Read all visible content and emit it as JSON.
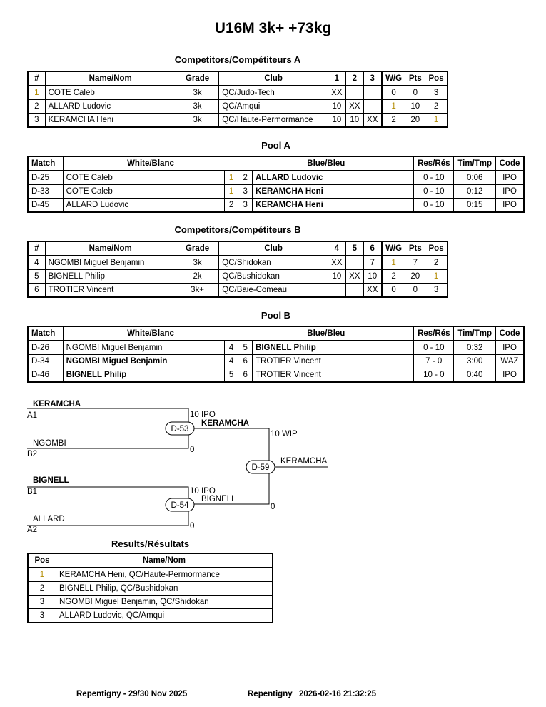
{
  "title": "U16M 3k+ +73kg",
  "compA": {
    "heading": "Competitors/Compétiteurs A",
    "headers": [
      "#",
      "Name/Nom",
      "Grade",
      "Club",
      "1",
      "2",
      "3",
      "W/G",
      "Pts",
      "Pos"
    ],
    "rows": [
      {
        "num": "1",
        "name": "COTE Caleb",
        "grade": "3k",
        "club": "QC/Judo-Tech",
        "s1": "XX",
        "s2": "",
        "s3": "",
        "wg": "0",
        "pts": "0",
        "pos": "3"
      },
      {
        "num": "2",
        "name": "ALLARD Ludovic",
        "grade": "3k",
        "club": "QC/Amqui",
        "s1": "10",
        "s2": "XX",
        "s3": "",
        "wg": "1",
        "pts": "10",
        "pos": "2"
      },
      {
        "num": "3",
        "name": "KERAMCHA Heni",
        "grade": "3k",
        "club": "QC/Haute-Permormance",
        "s1": "10",
        "s2": "10",
        "s3": "XX",
        "wg": "2",
        "pts": "20",
        "pos": "1"
      }
    ]
  },
  "poolA": {
    "heading": "Pool A",
    "headers": [
      "Match",
      "White/Blanc",
      "Blue/Bleu",
      "Res/Rés",
      "Tim/Tmp",
      "Code"
    ],
    "rows": [
      {
        "match": "D-25",
        "white": "COTE Caleb",
        "wn": "1",
        "bn": "2",
        "blue": "ALLARD Ludovic",
        "res": "0 - 10",
        "time": "0:06",
        "code": "IPO"
      },
      {
        "match": "D-33",
        "white": "COTE Caleb",
        "wn": "1",
        "bn": "3",
        "blue": "KERAMCHA Heni",
        "res": "0 - 10",
        "time": "0:12",
        "code": "IPO"
      },
      {
        "match": "D-45",
        "white": "ALLARD Ludovic",
        "wn": "2",
        "bn": "3",
        "blue": "KERAMCHA Heni",
        "res": "0 - 10",
        "time": "0:15",
        "code": "IPO"
      }
    ]
  },
  "compB": {
    "heading": "Competitors/Compétiteurs B",
    "headers": [
      "#",
      "Name/Nom",
      "Grade",
      "Club",
      "4",
      "5",
      "6",
      "W/G",
      "Pts",
      "Pos"
    ],
    "rows": [
      {
        "num": "4",
        "name": "NGOMBI Miguel Benjamin",
        "grade": "3k",
        "club": "QC/Shidokan",
        "s1": "XX",
        "s2": "",
        "s3": "7",
        "wg": "1",
        "pts": "7",
        "pos": "2"
      },
      {
        "num": "5",
        "name": "BIGNELL Philip",
        "grade": "2k",
        "club": "QC/Bushidokan",
        "s1": "10",
        "s2": "XX",
        "s3": "10",
        "wg": "2",
        "pts": "20",
        "pos": "1"
      },
      {
        "num": "6",
        "name": "TROTIER Vincent",
        "grade": "3k+",
        "club": "QC/Baie-Comeau",
        "s1": "",
        "s2": "",
        "s3": "XX",
        "wg": "0",
        "pts": "0",
        "pos": "3"
      }
    ]
  },
  "poolB": {
    "heading": "Pool B",
    "headers": [
      "Match",
      "White/Blanc",
      "Blue/Bleu",
      "Res/Rés",
      "Tim/Tmp",
      "Code"
    ],
    "rows": [
      {
        "match": "D-26",
        "white": "NGOMBI Miguel Benjamin",
        "wn": "4",
        "bn": "5",
        "blue": "BIGNELL Philip",
        "res": "0 - 10",
        "time": "0:32",
        "code": "IPO"
      },
      {
        "match": "D-34",
        "white": "NGOMBI Miguel Benjamin",
        "wn": "4",
        "bn": "6",
        "blue": "TROTIER Vincent",
        "res": "7 - 0",
        "time": "3:00",
        "code": "WAZ"
      },
      {
        "match": "D-46",
        "white": "BIGNELL Philip",
        "wn": "5",
        "bn": "6",
        "blue": "TROTIER Vincent",
        "res": "10 - 0",
        "time": "0:40",
        "code": "IPO"
      }
    ]
  },
  "bracket": {
    "m1": {
      "top": "KERAMCHA",
      "topSeed": "A1",
      "bottom": "NGOMBI",
      "bottomSeed": "B2",
      "id": "D-53",
      "topScore": "10 IPO",
      "bottomScore": "0",
      "winner": "KERAMCHA"
    },
    "m2": {
      "top": "BIGNELL",
      "topSeed": "B1",
      "bottom": "ALLARD",
      "bottomSeed": "A2",
      "id": "D-54",
      "topScore": "10 IPO",
      "bottomScore": "0",
      "winner": "BIGNELL"
    },
    "final": {
      "id": "D-59",
      "topScore": "10 WIP",
      "bottomScore": "0",
      "winner": "KERAMCHA"
    }
  },
  "results": {
    "heading": "Results/Résultats",
    "headers": [
      "Pos",
      "Name/Nom"
    ],
    "rows": [
      {
        "pos": "1",
        "name": "KERAMCHA Heni, QC/Haute-Permormance"
      },
      {
        "pos": "2",
        "name": "BIGNELL Philip, QC/Bushidokan"
      },
      {
        "pos": "3",
        "name": "NGOMBI Miguel Benjamin, QC/Shidokan"
      },
      {
        "pos": "3",
        "name": "ALLARD Ludovic, QC/Amqui"
      }
    ]
  },
  "footer": {
    "left": "Repentigny - 29/30 Nov 2025",
    "place": "Repentigny",
    "stamp": "2026-02-16 21:32:25"
  }
}
